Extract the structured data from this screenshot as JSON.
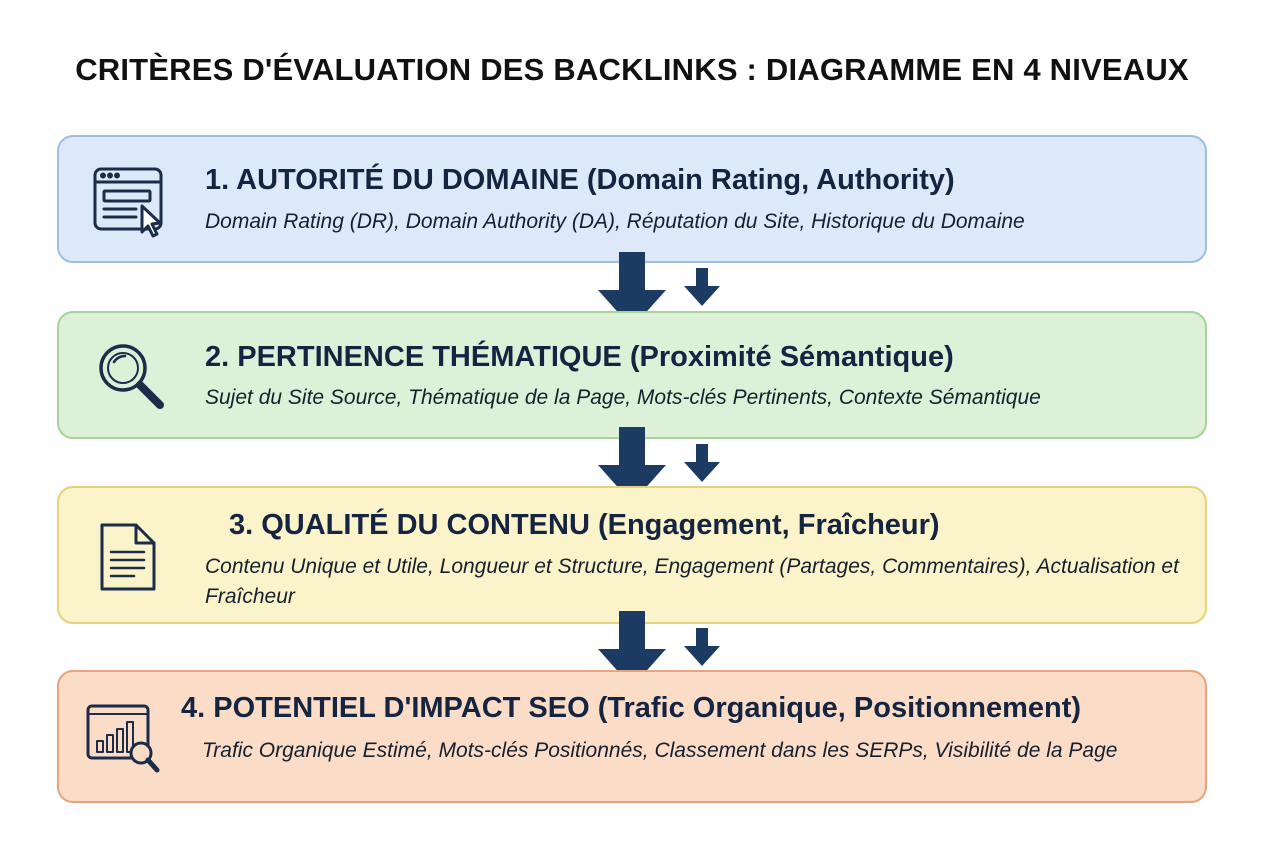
{
  "title": "CRITÈRES D'ÉVALUATION DES BACKLINKS : DIAGRAMME EN 4 NIVEAUX",
  "colors": {
    "level1_fill": "#dde9f9",
    "level2_fill": "#ddf0d8",
    "level3_fill": "#fbf3c9",
    "level4_fill": "#fbdcc7",
    "arrow": "#1b3b63"
  },
  "levels": [
    {
      "icon": "browser-cursor-icon",
      "heading": "1. AUTORITÉ DU DOMAINE (Domain Rating, Authority)",
      "description": "Domain Rating (DR), Domain Authority (DA), Réputation du Site, Historique du Domaine"
    },
    {
      "icon": "magnifier-icon",
      "heading": "2. PERTINENCE THÉMATIQUE (Proximité Sémantique)",
      "description": "Sujet du Site Source, Thématique de la Page, Mots-clés Pertinents, Contexte Sémantique"
    },
    {
      "icon": "document-icon",
      "heading": "3. QUALITÉ DU CONTENU (Engagement, Fraîcheur)",
      "description": "Contenu Unique et Utile, Longueur et Structure, Engagement (Partages, Commentaires), Actualisation et Fraîcheur"
    },
    {
      "icon": "chart-magnifier-icon",
      "heading": "4. POTENTIEL D'IMPACT SEO (Trafic Organique, Positionnement)",
      "description": "Trafic Organique Estimé, Mots-clés Positionnés, Classement dans les SERPs, Visibilité de la Page"
    }
  ]
}
